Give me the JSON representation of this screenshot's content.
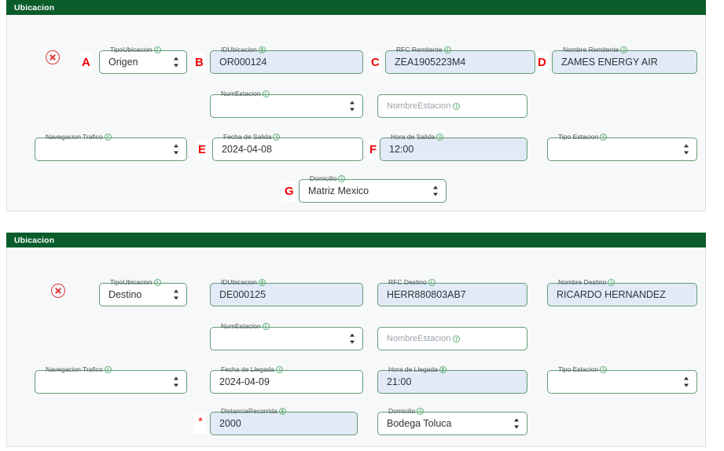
{
  "panels": [
    {
      "title": "Ubicacion",
      "remove_label": "x",
      "fields": {
        "tipo_ubicacion": {
          "label": "TipoUbicacion",
          "value": "Origen"
        },
        "id_ubicacion": {
          "label": "IDUbicacion",
          "value": "OR000124"
        },
        "rfc": {
          "label": "RFC Remitente",
          "value": "ZEA1905223M4"
        },
        "nombre": {
          "label": "Nombre Remitente",
          "value": "ZAMES ENERGY AIR"
        },
        "num_estacion": {
          "label": "NumEstacion",
          "value": ""
        },
        "nombre_estacion": {
          "label": "",
          "placeholder": "NombreEstacion",
          "value": ""
        },
        "navegacion_trafico": {
          "label": "Navegacion Trafico",
          "value": ""
        },
        "fecha": {
          "label": "Fecha de Salida",
          "value": "2024-04-08"
        },
        "hora": {
          "label": "Hora de Salida",
          "value": "12:00"
        },
        "tipo_estacion": {
          "label": "Tipo Estacion",
          "value": ""
        },
        "domicilio": {
          "label": "Domicilio",
          "value": "Matriz Mexico"
        }
      },
      "annotations": {
        "a": "A",
        "b": "B",
        "c": "C",
        "d": "D",
        "e": "E",
        "f": "F",
        "g": "G"
      }
    },
    {
      "title": "Ubicacion",
      "remove_label": "x",
      "fields": {
        "tipo_ubicacion": {
          "label": "TipoUbicacion",
          "value": "Destino"
        },
        "id_ubicacion": {
          "label": "IDUbicacion",
          "value": "DE000125"
        },
        "rfc": {
          "label": "RFC Destino",
          "value": "HERR880803AB7"
        },
        "nombre": {
          "label": "Nombre Destino",
          "value": "RICARDO HERNANDEZ"
        },
        "num_estacion": {
          "label": "NumEstacion",
          "value": ""
        },
        "nombre_estacion": {
          "label": "",
          "placeholder": "NombreEstacion",
          "value": ""
        },
        "navegacion_trafico": {
          "label": "Navegacion Trafico",
          "value": ""
        },
        "fecha": {
          "label": "Fecha de Llegada",
          "value": "2024-04-09"
        },
        "hora": {
          "label": "Hora de Llegada",
          "value": "21:00"
        },
        "tipo_estacion": {
          "label": "Tipo Estacion",
          "value": ""
        },
        "distancia": {
          "label": "DistanciaRecorrida",
          "value": "2000",
          "required_marker": "*"
        },
        "domicilio": {
          "label": "Domicilio",
          "value": "Bodega Toluca"
        }
      }
    }
  ],
  "colors": {
    "header_green": "#0a5c2b",
    "field_border_green": "#5f9e72",
    "filled_field_bg": "#e3eaf7",
    "annotation_red": "#ef0000",
    "panel_bg": "#f7f8fa"
  }
}
